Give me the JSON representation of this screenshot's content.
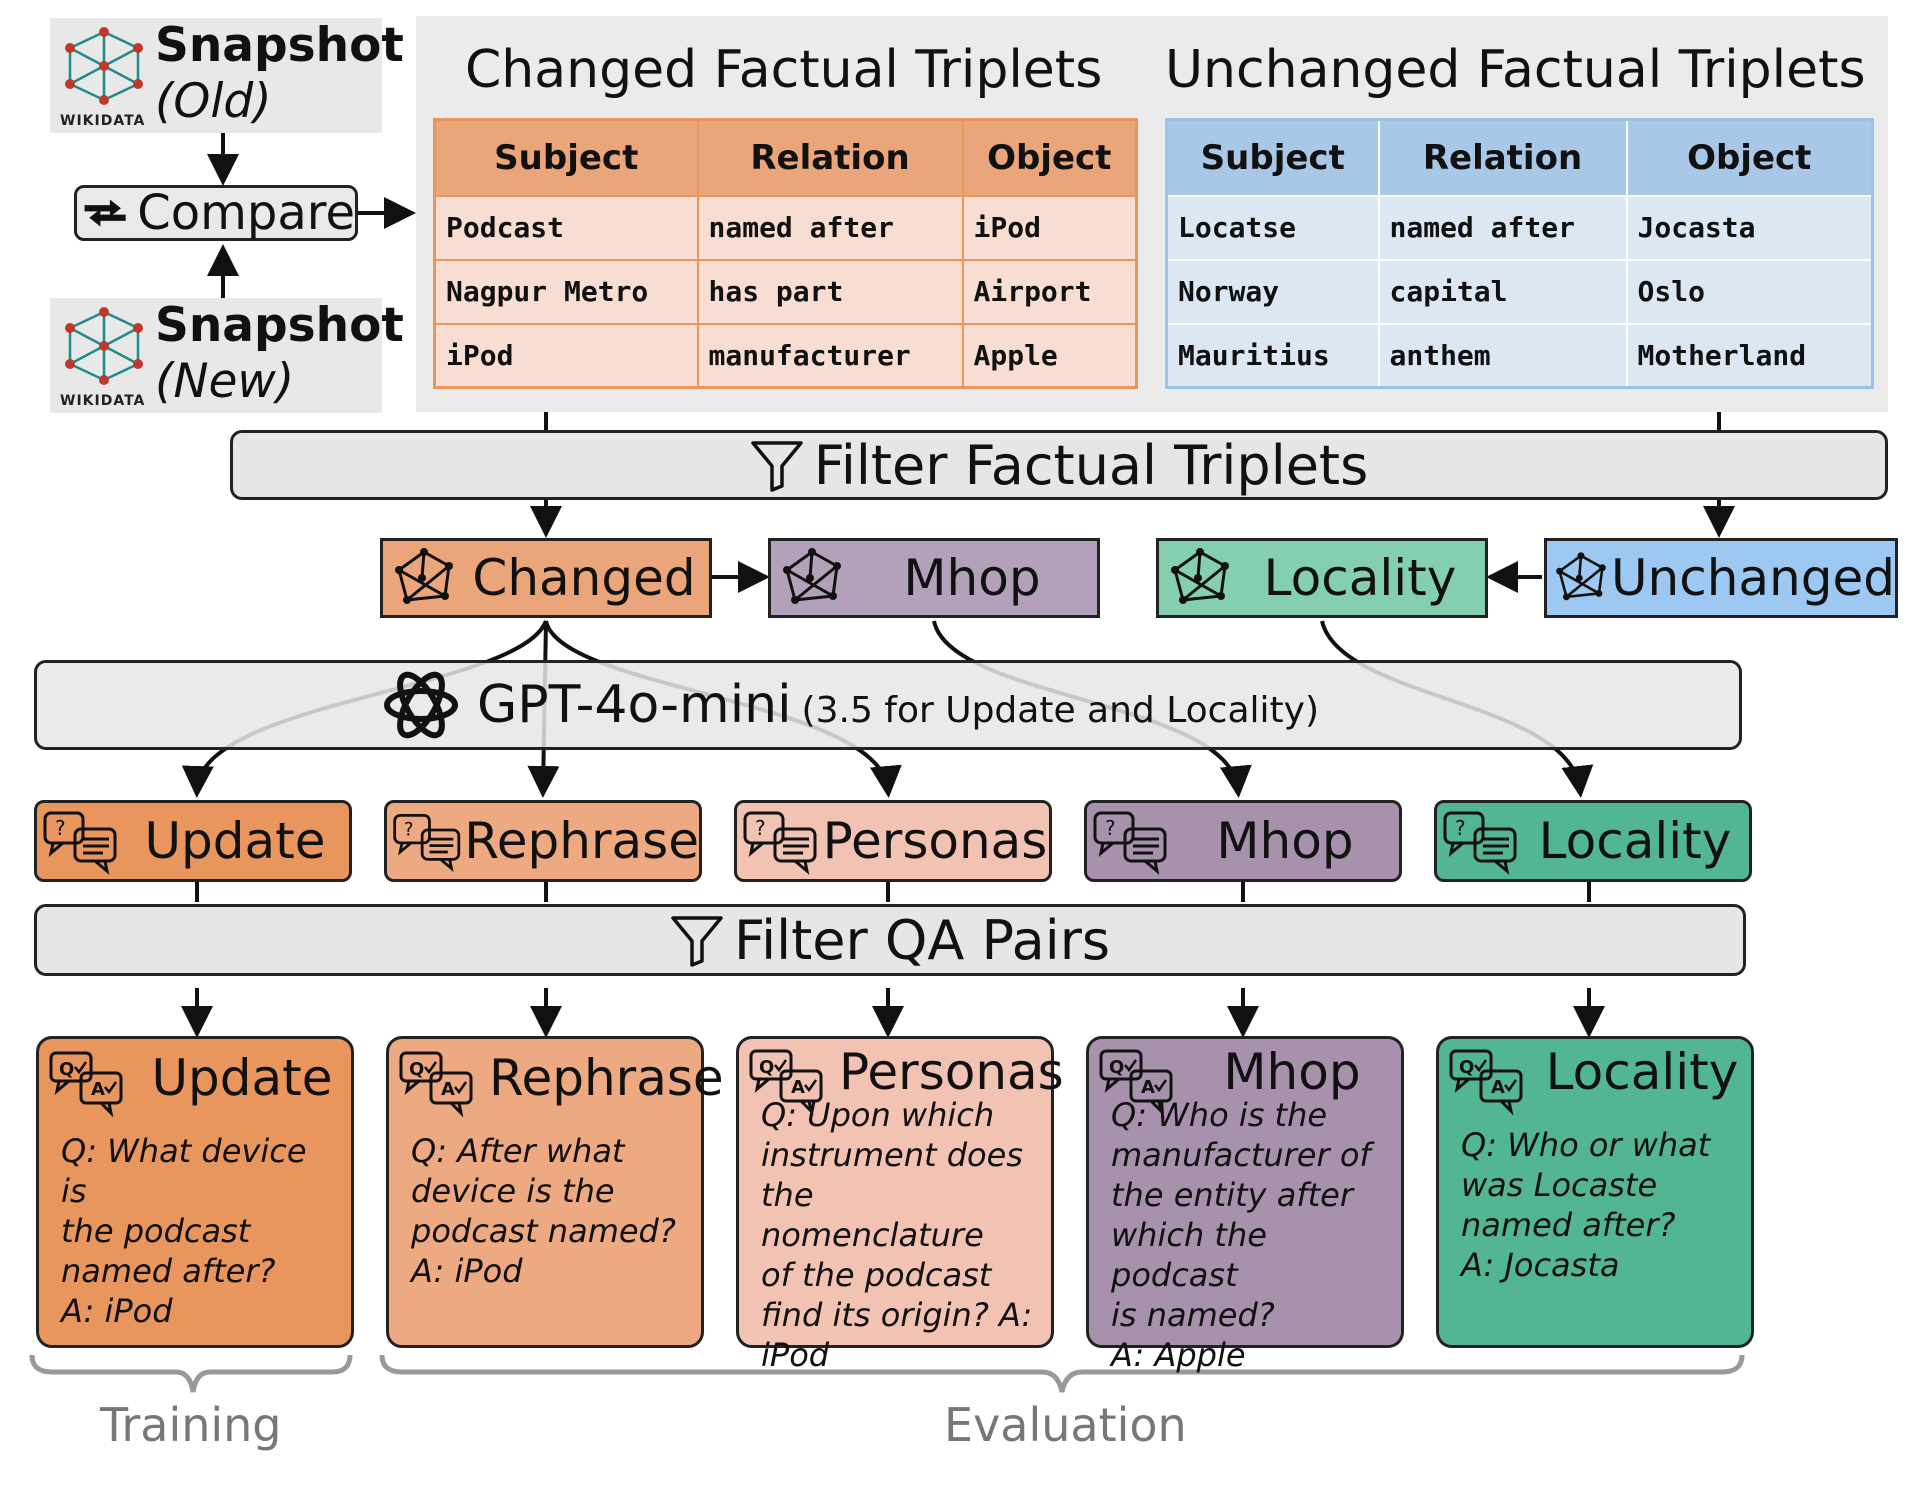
{
  "colors": {
    "changed": "#eaa57a",
    "mhop": "#b3a1bb",
    "locality_cat": "#84cfb0",
    "unchanged": "#9cc8f2",
    "update": "#e8955e",
    "rephrase": "#eda981",
    "personas": "#f2c3b3",
    "mhop_gen": "#a891ac",
    "locality_gen": "#52b696",
    "bar": "#e6e6e6",
    "text": "#111111",
    "foot": "#777777"
  },
  "snapshot_old": {
    "title": "Snapshot",
    "subtitle": "(Old)",
    "logo_text": "WIKIDATA",
    "icon": "network-icon"
  },
  "snapshot_new": {
    "title": "Snapshot",
    "subtitle": "(New)",
    "logo_text": "WIKIDATA",
    "icon": "network-icon"
  },
  "compare": {
    "label": "Compare",
    "icon": "compare-arrows-icon"
  },
  "changed_table": {
    "title": "Changed Factual Triplets",
    "headers": [
      "Subject",
      "Relation",
      "Object"
    ],
    "rows": [
      [
        "Podcast",
        "named after",
        "iPod"
      ],
      [
        "Nagpur Metro",
        "has part",
        "Airport"
      ],
      [
        "iPod",
        "manufacturer",
        "Apple"
      ]
    ]
  },
  "unchanged_table": {
    "title": "Unchanged Factual Triplets",
    "headers": [
      "Subject",
      "Relation",
      "Object"
    ],
    "rows": [
      [
        "Locatse",
        "named after",
        "Jocasta"
      ],
      [
        "Norway",
        "capital",
        "Oslo"
      ],
      [
        "Mauritius",
        "anthem",
        "Motherland"
      ]
    ]
  },
  "filter_triplets": {
    "label": "Filter Factual Triplets",
    "icon": "filter-icon"
  },
  "categories": [
    {
      "label": "Changed",
      "icon": "network-icon"
    },
    {
      "label": "Mhop",
      "icon": "network-icon"
    },
    {
      "label": "Locality",
      "icon": "network-icon"
    },
    {
      "label": "Unchanged",
      "icon": "network-icon"
    }
  ],
  "gpt": {
    "label": "GPT-4o-mini",
    "note": "(3.5 for Update and Locality)",
    "icon": "openai-logo-icon"
  },
  "generated": [
    {
      "label": "Update",
      "icon": "qa-chat-icon"
    },
    {
      "label": "Rephrase",
      "icon": "qa-chat-icon"
    },
    {
      "label": "Personas",
      "icon": "qa-chat-icon"
    },
    {
      "label": "Mhop",
      "icon": "qa-chat-icon"
    },
    {
      "label": "Locality",
      "icon": "qa-chat-icon"
    }
  ],
  "filter_qa": {
    "label": "Filter QA Pairs",
    "icon": "filter-icon"
  },
  "cards": [
    {
      "title": "Update",
      "lines": [
        "Q: What device is",
        "the podcast",
        "named after?",
        "A: iPod"
      ]
    },
    {
      "title": "Rephrase",
      "lines": [
        "Q: After what",
        "device is the",
        "podcast named?",
        "A: iPod"
      ]
    },
    {
      "title": "Personas",
      "lines": [
        "Q: Upon which",
        "instrument does",
        "the nomenclature",
        "of the podcast",
        "find its origin? A:",
        "iPod"
      ]
    },
    {
      "title": "Mhop",
      "lines": [
        "Q: Who is the",
        "manufacturer of",
        "the entity after",
        "which the podcast",
        "is named?",
        "A: Apple"
      ]
    },
    {
      "title": "Locality",
      "lines": [
        "Q: Who or what",
        "was Locaste",
        "named after?",
        "A: Jocasta"
      ]
    }
  ],
  "footer": {
    "training": "Training",
    "evaluation": "Evaluation"
  }
}
